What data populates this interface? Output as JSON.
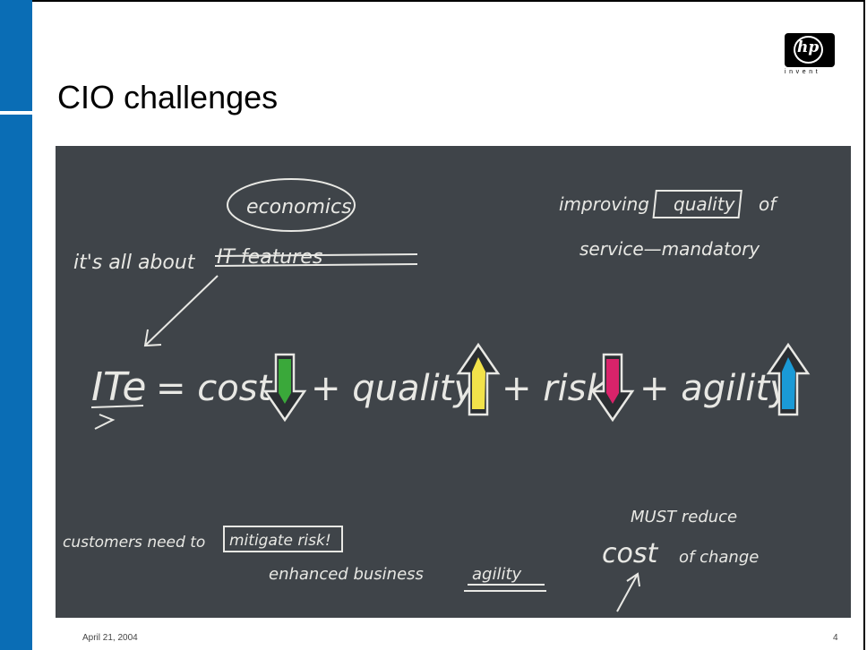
{
  "slide": {
    "title": "CIO challenges",
    "date": "April 21, 2004",
    "page": "4"
  },
  "logo": {
    "mark": "hp",
    "tagline": "invent"
  },
  "board": {
    "economics": "economics",
    "its_all_about": "it's all about",
    "it_features": "IT features",
    "improving": "improving",
    "quality_box": "quality",
    "of": "of",
    "service": "service—mandatory",
    "equation": {
      "ite": "ITe",
      "cost": "= cost",
      "quality": "+ quality",
      "risk": "+ risk",
      "agility": "+ agility"
    },
    "customers": "customers need to",
    "mitigate": "mitigate risk!",
    "enhanced": "enhanced business",
    "agility_word": "agility",
    "must_reduce": "MUST reduce",
    "cost_big": "cost",
    "of_change": "of change"
  },
  "colors": {
    "side_bar": "#0a6db5",
    "board": "#3f4449",
    "chalk": "#e8e8e4",
    "cost_arrow": "#3aa83a",
    "quality_arrow": "#f2e24a",
    "risk_arrow": "#d9236a",
    "agility_arrow": "#1a9ad6"
  }
}
